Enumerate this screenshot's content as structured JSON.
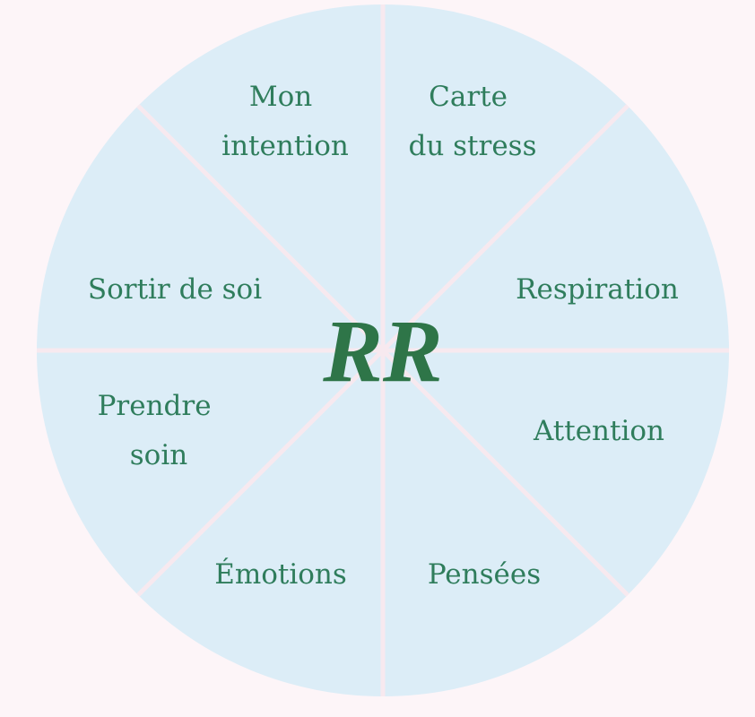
{
  "center_label": "RR",
  "segments": [
    {
      "lines": [
        "Mon",
        "intention"
      ]
    },
    {
      "lines": [
        "Carte",
        "du stress"
      ]
    },
    {
      "lines": [
        "Respiration"
      ]
    },
    {
      "lines": [
        "Attention"
      ]
    },
    {
      "lines": [
        "Pensées"
      ]
    },
    {
      "lines": [
        "Émotions"
      ]
    },
    {
      "lines": [
        "Prendre",
        "soin"
      ]
    },
    {
      "lines": [
        "Sortir de soi"
      ]
    }
  ],
  "colors": {
    "circle": "#dcedf7",
    "divider": "#f7e9ef",
    "text": "#2f7d5c",
    "center": "#2e7548"
  }
}
